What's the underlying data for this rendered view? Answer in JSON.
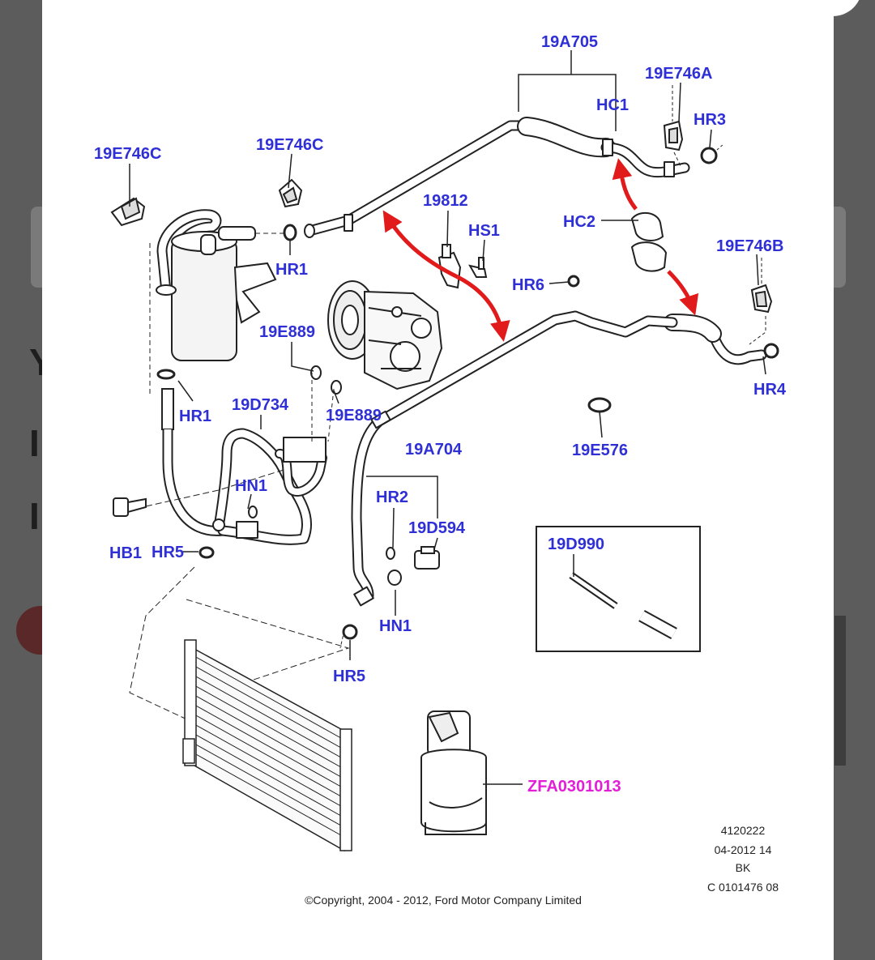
{
  "diagram": {
    "part_labels": {
      "p19A705": "19A705",
      "p19E746A": "19E746A",
      "hc1": "HC1",
      "hr3": "HR3",
      "p19E746C_left": "19E746C",
      "p19E746C_mid": "19E746C",
      "p19812": "19812",
      "hs1": "HS1",
      "hc2": "HC2",
      "p19E746B": "19E746B",
      "hr1_top": "HR1",
      "hr6": "HR6",
      "p19E889_top": "19E889",
      "hr4": "HR4",
      "hr1_bottom": "HR1",
      "p19D734": "19D734",
      "p19E889_bottom": "19E889",
      "p19A704": "19A704",
      "p19E576": "19E576",
      "hn1_left": "HN1",
      "hr2": "HR2",
      "p19D594": "19D594",
      "p19D990": "19D990",
      "hb1": "HB1",
      "hr5_left": "HR5",
      "hn1_right": "HN1",
      "hr5_bottom": "HR5",
      "zfa": "ZFA0301013"
    },
    "meta_lines": [
      "4120222",
      "04-2012 14",
      "BK",
      "C 0101476 08"
    ],
    "copyright": "©Copyright, 2004 - 2012, Ford Motor Company Limited",
    "colors": {
      "label": "#2f2fd6",
      "magenta_label": "#e21fd6",
      "arrow": "#e11b1b"
    }
  }
}
